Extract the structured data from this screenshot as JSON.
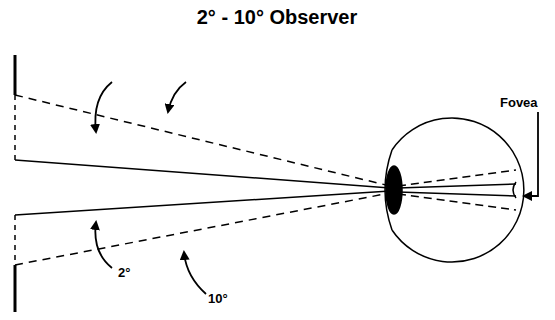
{
  "diagram": {
    "title": "2° - 10° Observer",
    "labels": [
      "Fovea",
      "2°",
      "10°"
    ]
  }
}
